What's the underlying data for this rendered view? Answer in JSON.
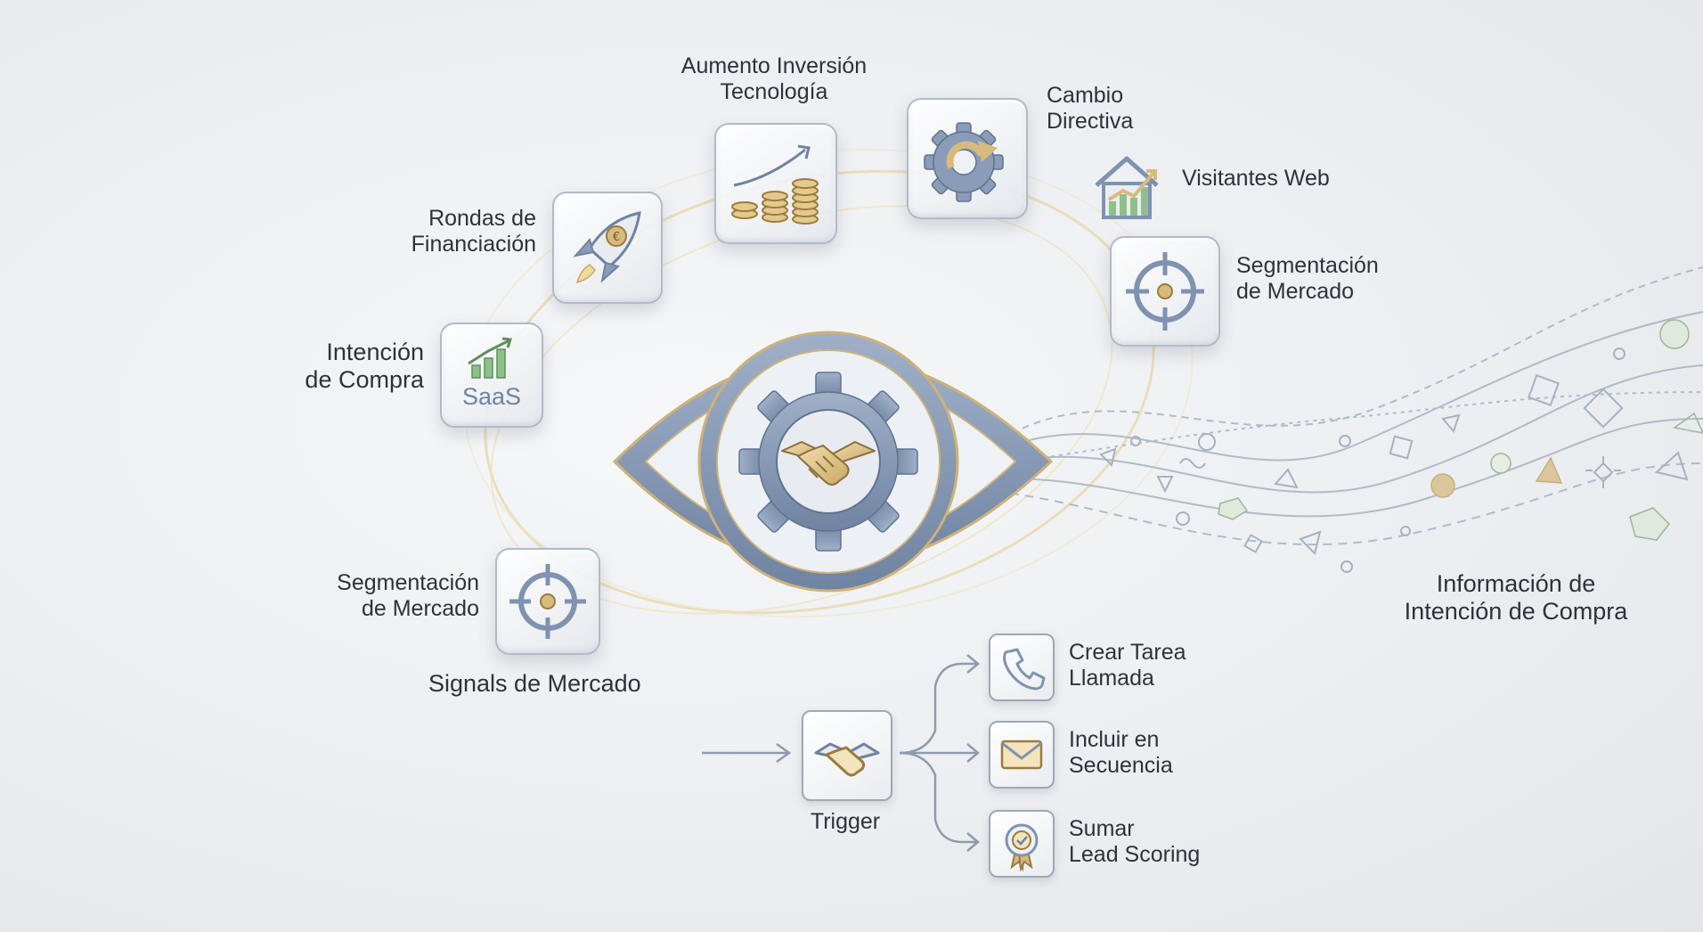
{
  "signals": {
    "aumento": [
      "Aumento Inversión",
      "Tecnología"
    ],
    "cambio": [
      "Cambio",
      "Directiva"
    ],
    "visitantes": "Visitantes Web",
    "segmentacion_top": [
      "Segmentación",
      "de Mercado"
    ],
    "rondas": [
      "Rondas de",
      "Financiación"
    ],
    "intencion": [
      "Intención",
      "de Compra"
    ],
    "saas": "SaaS",
    "segmentacion_bottom": [
      "Segmentación",
      "de Mercado"
    ],
    "title": "Signals de Mercado"
  },
  "info": [
    "Información de",
    "Intención de Compra"
  ],
  "trigger": "Trigger",
  "actions": [
    [
      "Crear Tarea",
      "Llamada"
    ],
    [
      "Incluir en",
      "Secuencia"
    ],
    [
      "Sumar",
      "Lead Scoring"
    ]
  ],
  "colors": {
    "steel": "#7f93b0",
    "gold": "#cdb27a",
    "text": "#2e3239",
    "green": "#6fa36a"
  }
}
